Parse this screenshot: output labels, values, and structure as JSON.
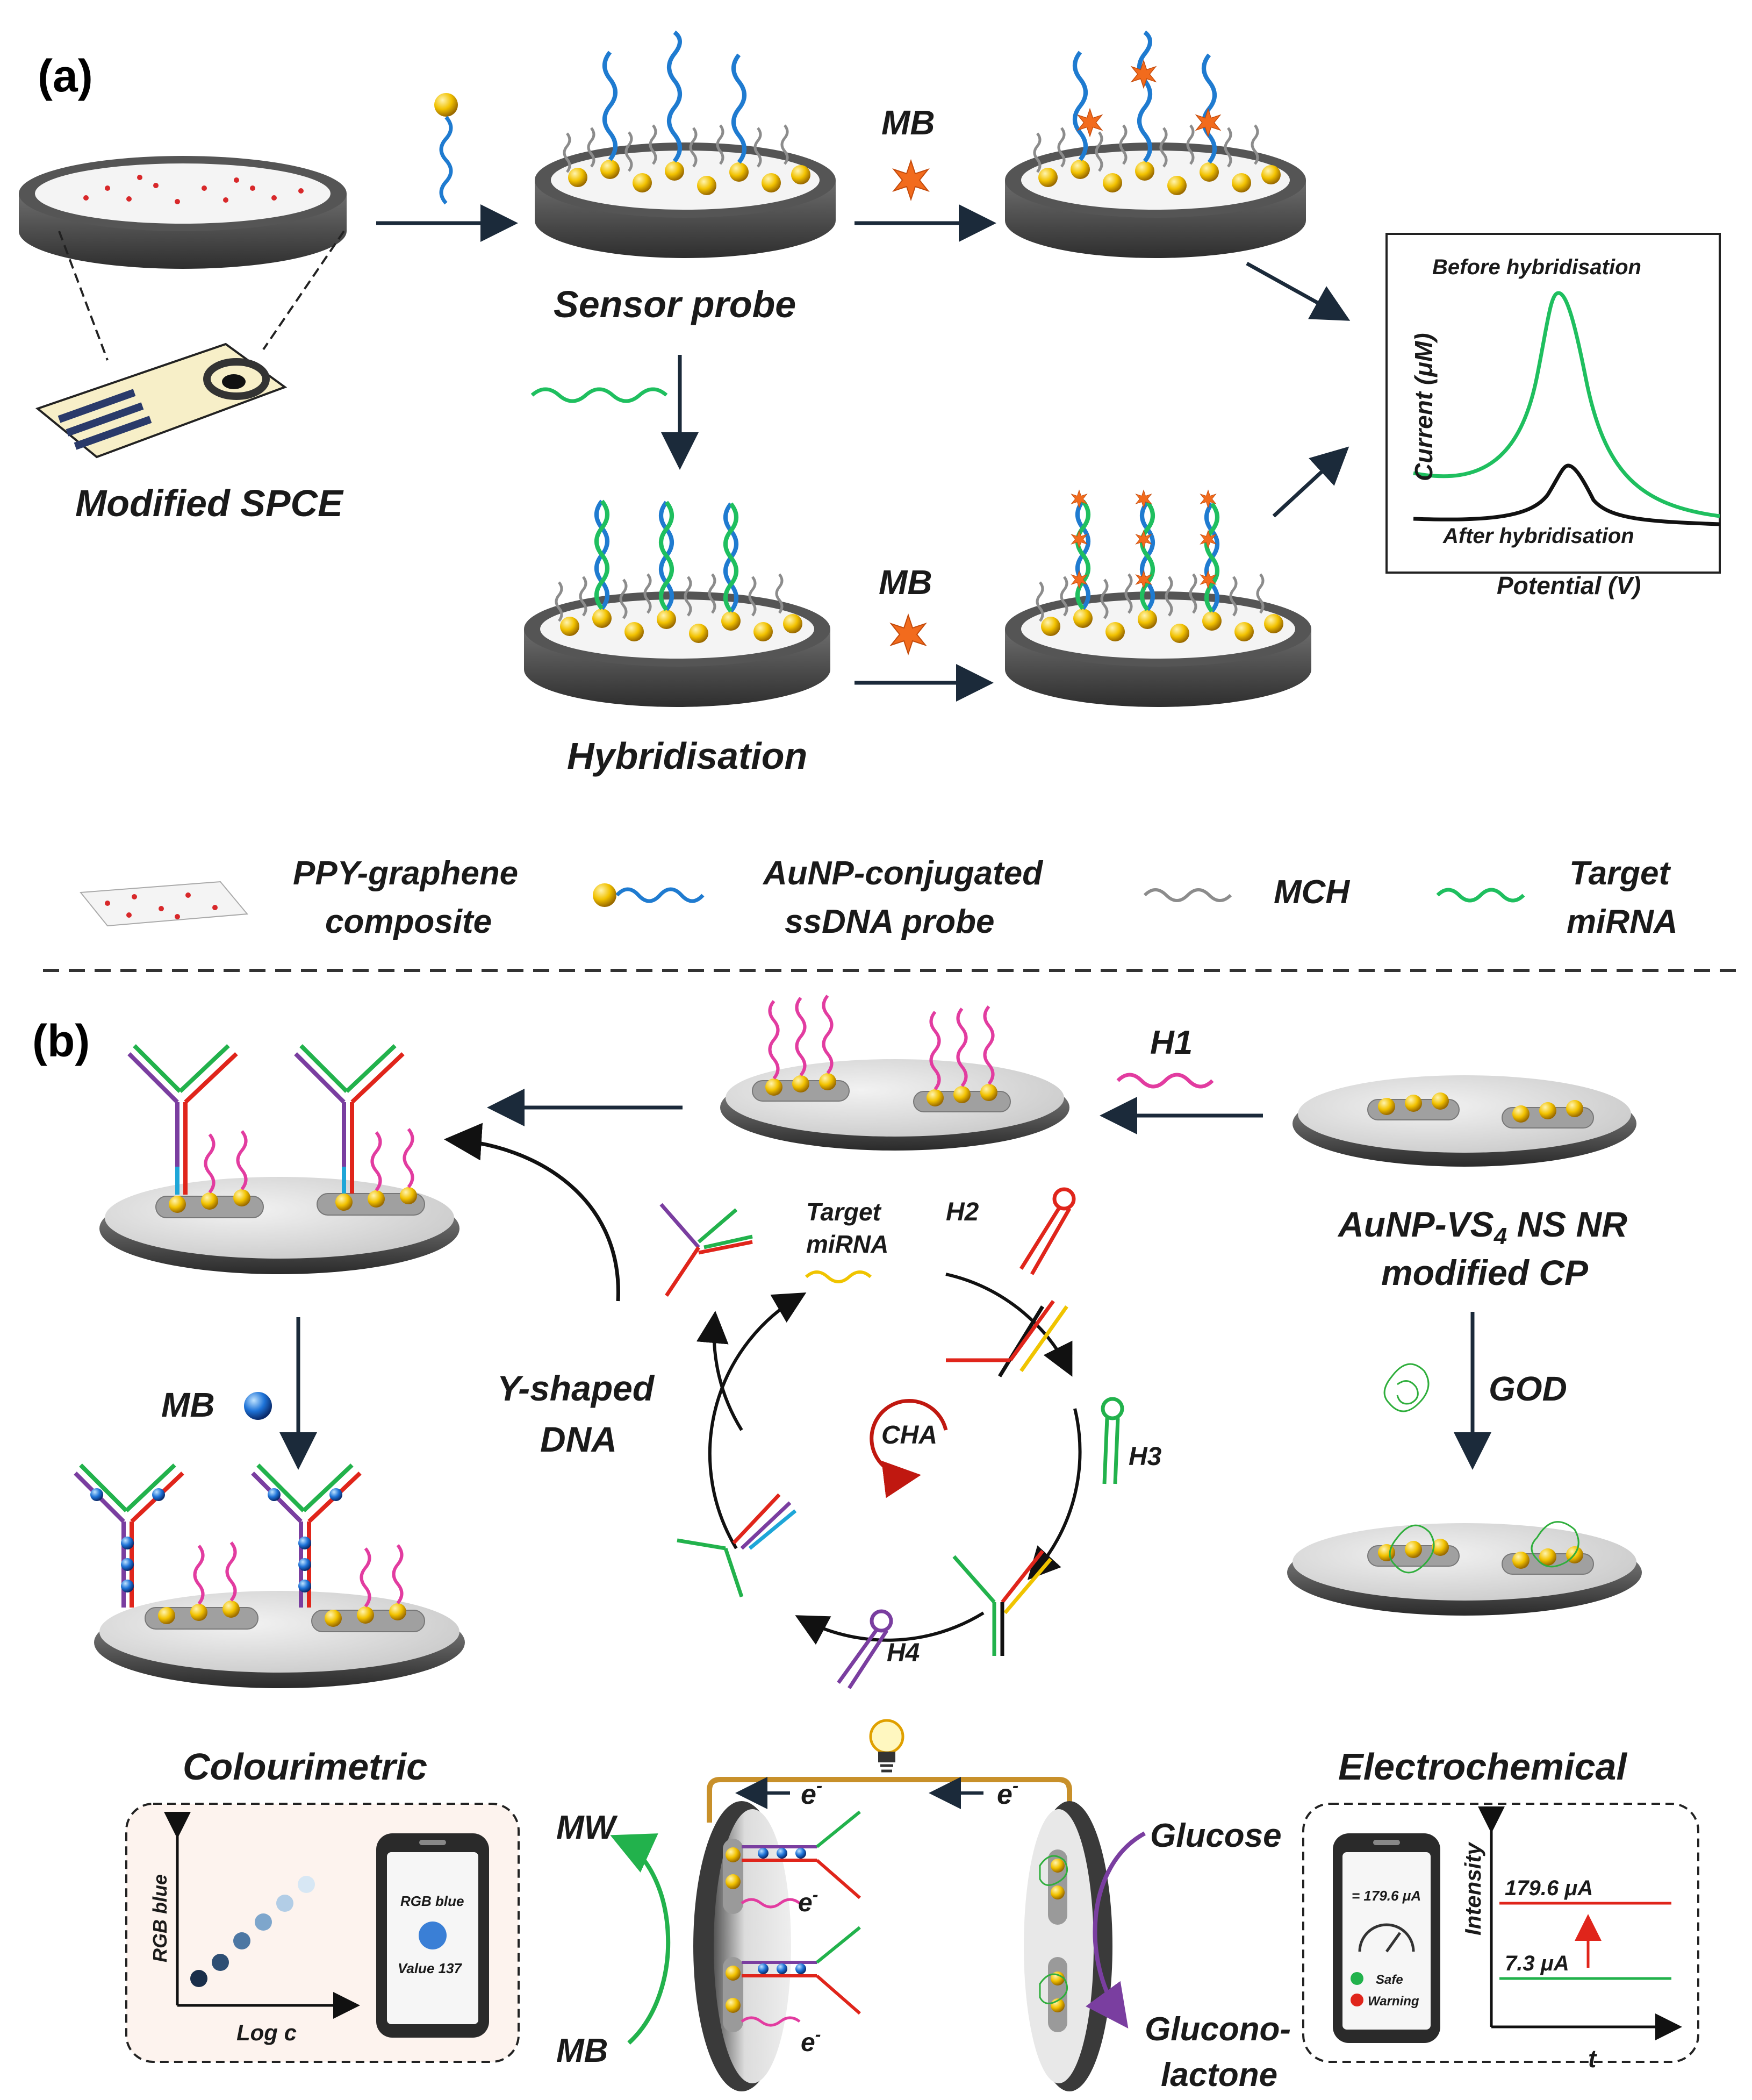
{
  "panel_a": {
    "label": "(a)",
    "modified_spce": "Modified SPCE",
    "sensor_probe": "Sensor probe",
    "hybridisation": "Hybridisation",
    "mb_top": "MB",
    "mb_bottom": "MB",
    "plot": {
      "before": "Before hybridisation",
      "after": "After hybridisation",
      "ylabel": "Current (μM)",
      "xlabel": "Potential (V)"
    }
  },
  "legend": {
    "ppy_line1": "PPY-graphene",
    "ppy_line2": "composite",
    "aunp_line1": "AuNP-conjugated",
    "aunp_line2": "ssDNA probe",
    "mch": "MCH",
    "target_line1": "Target",
    "target_line2": "miRNA"
  },
  "panel_b": {
    "label": "(b)",
    "h1": "H1",
    "h2": "H2",
    "h3": "H3",
    "h4": "H4",
    "cha": "CHA",
    "target_line1": "Target",
    "target_line2": "miRNA",
    "y_shaped_line1": "Y-shaped",
    "y_shaped_line2": "DNA",
    "mb": "MB",
    "god": "GOD",
    "aunp_line1": "AuNP-VS",
    "aunp_sub": "4",
    "aunp_line1_tail": " NS NR",
    "aunp_line2": "modified CP",
    "colourimetric": "Colourimetric",
    "electrochemical": "Electrochemical",
    "mw": "MW",
    "mb_lower": "MB",
    "glucose": "Glucose",
    "gluconolactone_1": "Glucono-",
    "gluconolactone_2": "lactone",
    "electron": "e",
    "electron_sup": "-",
    "colour_plot": {
      "ylabel": "RGB blue",
      "xlabel": "Log c"
    },
    "phone_rgb": {
      "title": "RGB blue",
      "value": "Value 137"
    },
    "phone_ec": {
      "reading": "= 179.6 μA",
      "safe": "Safe",
      "warning": "Warning"
    },
    "intensity_plot": {
      "ylabel": "Intensity",
      "xlabel": "t",
      "high": "179.6 μA",
      "low": "7.3 μA"
    }
  },
  "colors": {
    "probe_blue": "#1f7bd0",
    "target_green": "#1fbf5f",
    "mch_grey": "#8c8c8c",
    "gold": "#f2c200",
    "mb_orange": "#f26b1d",
    "h1_pink": "#e23ca0",
    "h2_red": "#e0251b",
    "h3_green": "#22b24c",
    "h4_purple": "#7a3ea0",
    "yellow_strand": "#f0c400",
    "arrow_dark": "#1b2a3a"
  }
}
